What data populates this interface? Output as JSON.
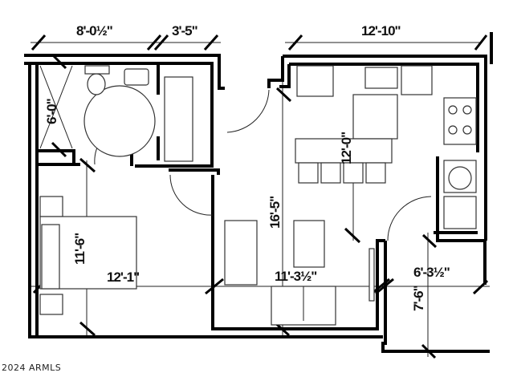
{
  "plan": {
    "dimensions": {
      "bath_width": "8'-0½\"",
      "closet_width": "3'-5\"",
      "kitchen_width": "12'-10\"",
      "shower_length": "6'-0\"",
      "kitchen_depth": "12'-0\"",
      "living_depth": "16'-5\"",
      "bedroom_depth": "11'-6\"",
      "bedroom_width": "12'-1\"",
      "living_width": "11'-3½\"",
      "entry_width": "6'-3½\"",
      "entry_depth": "7'-6\""
    },
    "copyright": "2024 ARMLS"
  }
}
